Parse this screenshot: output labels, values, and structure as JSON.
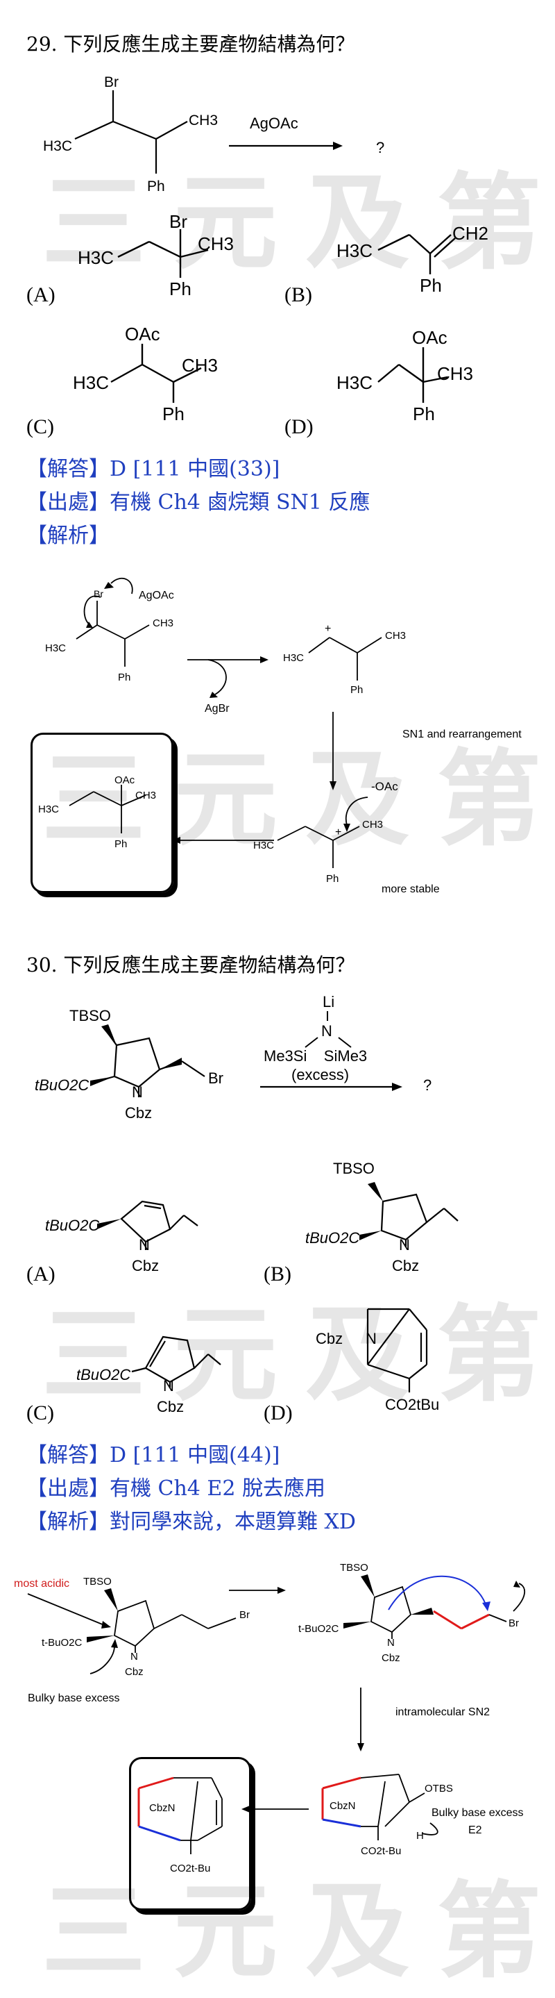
{
  "watermark": "三元及第",
  "q29": {
    "title": "29.  下列反應生成主要產物結構為何？",
    "reagent": "AgOAc",
    "question_mark": "?",
    "options": [
      "(A)",
      "(B)",
      "(C)",
      "(D)"
    ],
    "answer": "【解答】D     [111 中國(33)]",
    "source": "【出處】有機 Ch4  鹵烷類 SN1  反應",
    "analysis": "【解析】",
    "mech": {
      "agbr": "AgBr",
      "sn1_note": "SN1 and rearrangement",
      "oac": "-OAc",
      "more_stable": "more stable",
      "plus": "+"
    }
  },
  "q30": {
    "title": "30.  下列反應生成主要產物結構為何？",
    "reagent_li": "Li",
    "reagent_n": "N",
    "reagent_me": "Me3Si    SiMe3",
    "reagent_excess": "(excess)",
    "question_mark": "?",
    "options": [
      "(A)",
      "(B)",
      "(C)",
      "(D)"
    ],
    "answer": "【解答】D     [111 中國(44)]",
    "source": "【出處】有機 Ch4    E2 脫去應用",
    "analysis": "【解析】對同學來說，本題算難 XD",
    "mech": {
      "most_acidic": "most acidic",
      "bulky1": "Bulky base excess",
      "intra": "intramolecular SN2",
      "bulky2": "Bulky base excess",
      "e2": "E2"
    }
  },
  "labels": {
    "Br": "Br",
    "H3C": "H3C",
    "CH3": "CH3",
    "Ph": "Ph",
    "CH2": "CH2",
    "OAc": "OAc",
    "TBSO": "TBSO",
    "tBuO2C": "tBuO2C",
    "N": "N",
    "Cbz": "Cbz",
    "CbzN": "CbzN",
    "CO2tBu": "CO2tBu",
    "OTBS": "OTBS",
    "H": "H",
    "tBuO2C_mech": "t-BuO2C",
    "CO2tBu_mech": "CO2t-Bu"
  }
}
